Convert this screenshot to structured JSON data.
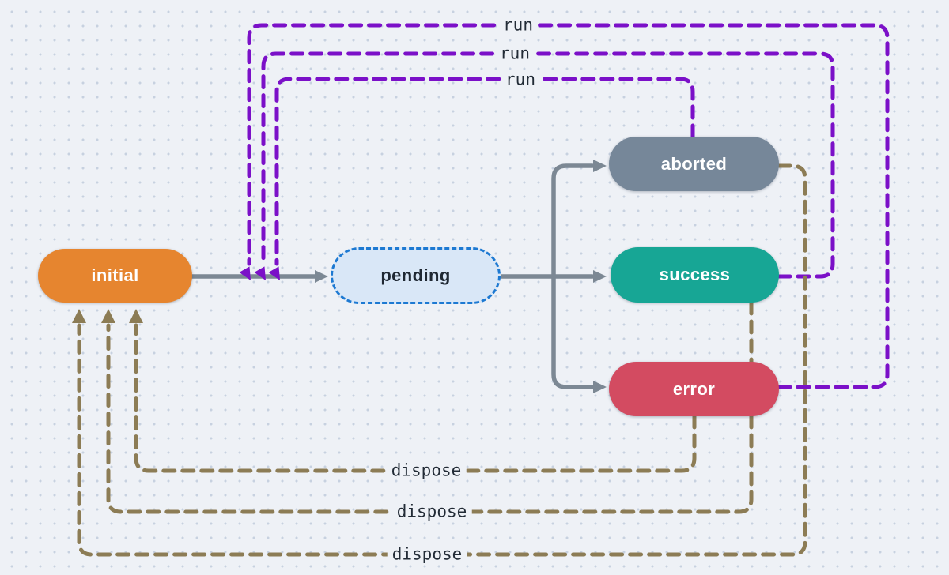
{
  "diagram": {
    "nodes": {
      "initial": {
        "label": "initial",
        "fill": "#E6852F",
        "text_color": "#FFFFFF"
      },
      "pending": {
        "label": "pending",
        "fill": "#D9E7F7",
        "border_color": "#1D79D2",
        "border_style": "dashed",
        "text_color": "#1F2833"
      },
      "aborted": {
        "label": "aborted",
        "fill": "#768799",
        "text_color": "#FFFFFF"
      },
      "success": {
        "label": "success",
        "fill": "#17A695",
        "text_color": "#FFFFFF"
      },
      "error": {
        "label": "error",
        "fill": "#D34B61",
        "text_color": "#FFFFFF"
      }
    },
    "edge_labels": {
      "run_from_error": {
        "label": "run"
      },
      "run_from_success": {
        "label": "run"
      },
      "run_from_aborted": {
        "label": "run"
      },
      "dispose_from_error": {
        "label": "dispose"
      },
      "dispose_from_success": {
        "label": "dispose"
      },
      "dispose_from_aborted": {
        "label": "dispose"
      }
    },
    "colors": {
      "run_edge": "#7B10C8",
      "dispose_edge": "#8C7C55",
      "flow_edge": "#7C8894",
      "background": "#EEF1F6",
      "grid_dot": "#C7D1E0",
      "edge_label_text": "#222B36"
    }
  }
}
